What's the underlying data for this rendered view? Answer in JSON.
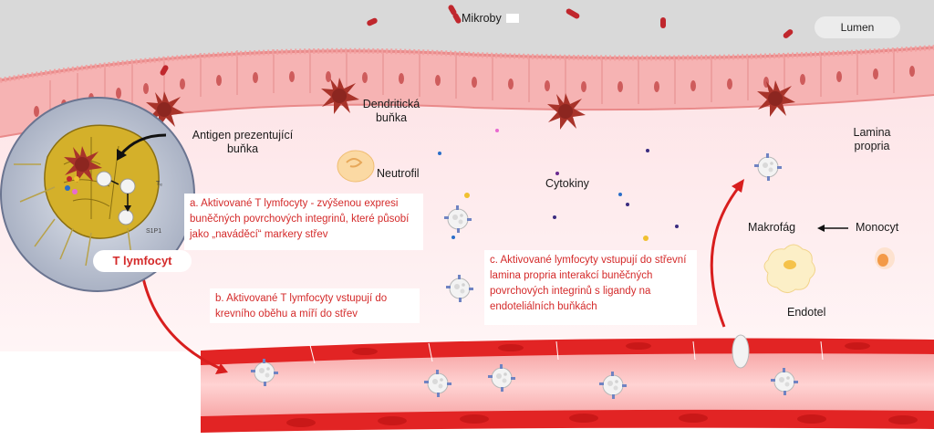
{
  "labels": {
    "mikroby": "Mikroby",
    "lumen": "Lumen",
    "dendriticka": "Dendritická buňka",
    "antigen": "Antigen prezentující buňka",
    "neutrofil": "Neutrofil",
    "cytokiny": "Cytokiny",
    "lamina": "Lamina propria",
    "makrofag": "Makrofág",
    "monocyt": "Monocyt",
    "endotel": "Endotel",
    "t_lymfocyt": "T lymfocyt",
    "node_te": "Tₑ",
    "node_s1p1": "S1P1"
  },
  "callouts": {
    "a": "a. Aktivované T lymfocyty -  zvýšenou expresi buněčných povrchových integrinů, které působí jako „naváděcí“ markery střev",
    "b": "b. Aktivované T lymfocyty vstupují do krevního oběhu a míří do střev",
    "c": "c. Aktivované lymfocyty vstupují do střevní lamina propria interakcí buněčných povrchových integrinů s ligandy na endoteliálních buňkách"
  },
  "colors": {
    "lumen_gray": "#d9d9d9",
    "mucosa_pink": "#fbe6e8",
    "epithelium": "#f2a0a0",
    "blood_red": "#d81e1e",
    "callout_red": "#d42a2a"
  }
}
